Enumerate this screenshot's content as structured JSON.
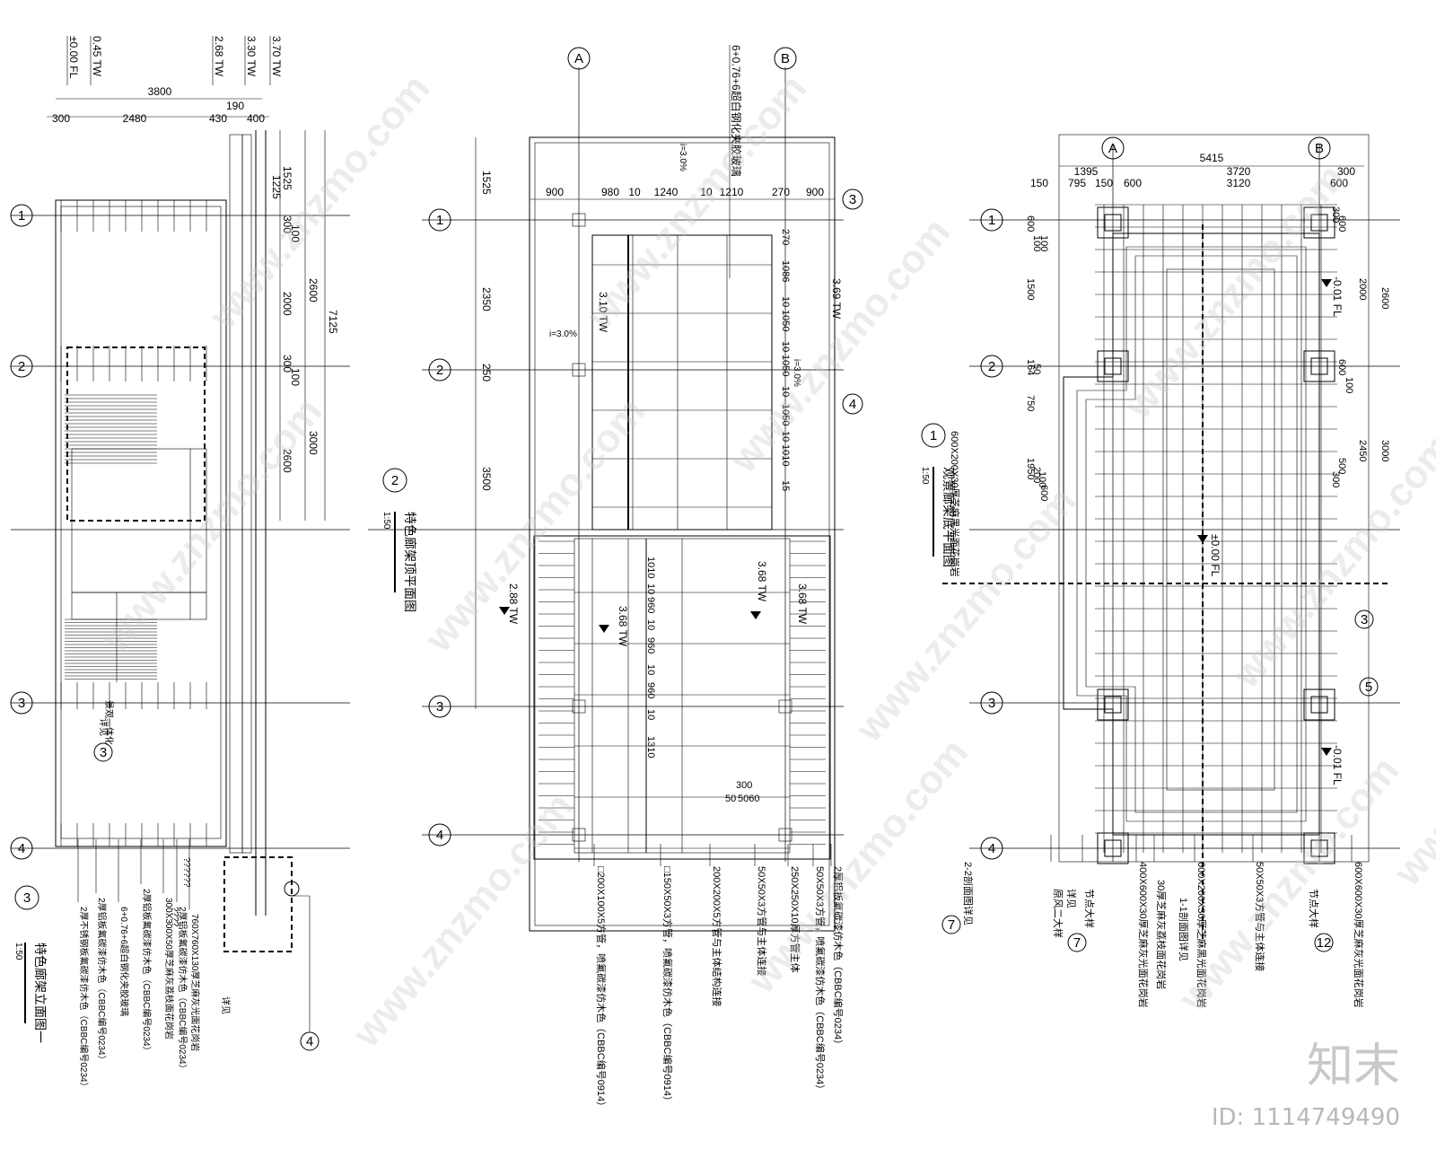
{
  "watermark": {
    "site": "www.znzmo.com",
    "brand": "知末",
    "id_text": "ID: 1114749490"
  },
  "view1": {
    "title": "特色廊架立面图一",
    "scale": "1:50",
    "ref": "3",
    "elev_labels": [
      "±0.00 FL",
      "0.45 TW",
      "2.68 TW",
      "3.30 TW",
      "3.70 TW"
    ],
    "dims_top": [
      "3800",
      "300",
      "2480",
      "430",
      "190",
      "400"
    ],
    "dims_right": [
      "1525",
      "1225",
      "300",
      "100",
      "2000",
      "2600",
      "7125",
      "300",
      "100",
      "3000",
      "2600"
    ],
    "axes": [
      "1",
      "2",
      "3",
      "4"
    ],
    "notes": [
      "2厚不锈钢板氟碳漆仿木色（CBBC编号0234）",
      "2厚铝板氟碳漆仿木色（CBBC编号0234）",
      "6+0.76+6超白钢化夹胶玻璃",
      "2厚铝板氟碳漆仿木色（CBBC编号0234）",
      "300X300X50厚芝麻灰荔枝面花岗岩",
      "2厚铝板氟碳漆仿木色（CBBC编号0234）",
      "760X760X130厚芝麻灰光面花岗岩",
      "??????",
      "????",
      "详见",
      "景观一体化",
      "详见"
    ]
  },
  "view2": {
    "title": "特色廊架顶平面图",
    "scale": "1:50",
    "ref": "2",
    "axes": [
      "A",
      "B"
    ],
    "row_axes": [
      "1",
      "2",
      "3",
      "4"
    ],
    "dims_top": [
      "900",
      "980",
      "10",
      "1240",
      "10",
      "1210",
      "270",
      "900"
    ],
    "dims_left": [
      "1525",
      "2350",
      "250",
      "3500"
    ],
    "dims_inner": [
      "270",
      "1086",
      "10",
      "1050",
      "10",
      "1050",
      "10",
      "1050",
      "10",
      "1010",
      "15",
      "1010",
      "10",
      "960",
      "10",
      "960",
      "10",
      "960",
      "10",
      "1310"
    ],
    "slope_labels": [
      "i=3.0%",
      "i=3.0%",
      "i=3.0%"
    ],
    "elev_labels": [
      "3.69 TW",
      "3.10 TW",
      "2.88 TW",
      "3.68 TW",
      "3.68 TW",
      "3.68 TW"
    ],
    "small_dims": [
      "300",
      "50",
      "5060"
    ],
    "glass_note": "6+0.76+6超白钢化夹胶玻璃",
    "detail_refs": [
      "3",
      "4"
    ],
    "notes": [
      "□200X100X5方管，喷氟碳漆仿木色（CBBC编号0914）",
      "□150X50X3方管，喷氟碳漆仿木色（CBBC编号0914）",
      "200X200X5方管与主体结构连接",
      "50X50X3方管与主体连接",
      "250X250X10厚方管主体",
      "50X50X3方管，喷氟碳漆仿木色（CBBC编号0234）",
      "2厚铝板氟碳漆仿木色（CBBC编号0234）"
    ]
  },
  "view3": {
    "title": "观景廊架底平面图",
    "scale": "1:50",
    "ref": "1",
    "axes": [
      "A",
      "B"
    ],
    "row_axes": [
      "1",
      "2",
      "3",
      "4"
    ],
    "dims_top": [
      "5415",
      "1395",
      "3720",
      "300",
      "150",
      "795",
      "150",
      "600",
      "3120",
      "600"
    ],
    "dims_left": [
      "600",
      "100",
      "100",
      "1500",
      "164",
      "50",
      "750",
      "1950",
      "200",
      "100",
      "600"
    ],
    "dims_right": [
      "300",
      "600",
      "2600",
      "2000",
      "600",
      "100",
      "2450",
      "3000",
      "500",
      "300"
    ],
    "elev_labels": [
      "-0.01 FL",
      "±0.00 FL",
      "-0.01 FL"
    ],
    "detail_refs": [
      "3",
      "5",
      "7",
      "7",
      "12"
    ],
    "notes": [
      "600X200X30厚芝麻黑光面花岗岩",
      "2-2剖面图详见",
      "原风二大样",
      "详见",
      "节点大样",
      "400X600X30厚芝麻灰光面花岗岩",
      "30厚芝麻灰荔枝面花岗岩",
      "1-1剖面图详见",
      "600X200X30厚芝麻黑光面花岗岩",
      "50X50X3方管与主体连接",
      "节点大样",
      "600X600X30厚芝麻灰光面花岗岩"
    ]
  }
}
